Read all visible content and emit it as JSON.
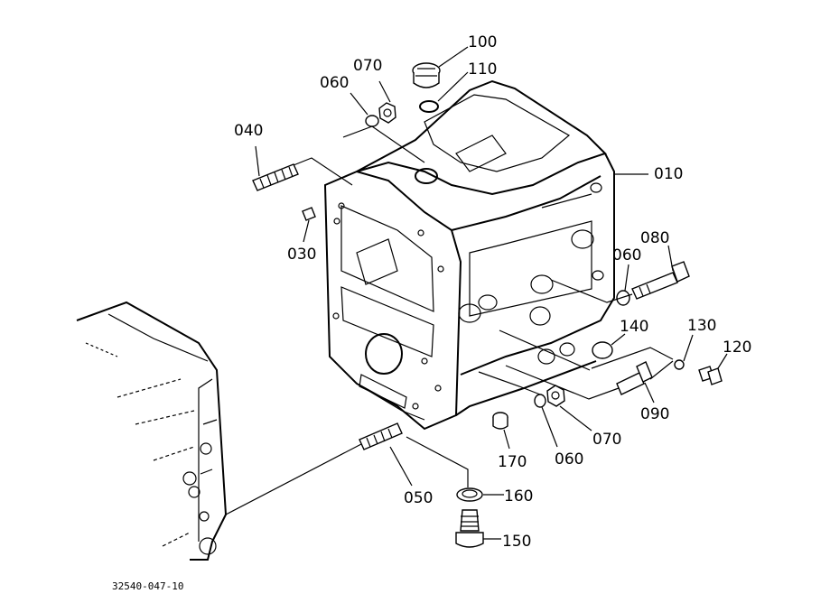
{
  "diagram": {
    "drawing_code": "32540-047-10",
    "callouts": {
      "p100": "100",
      "p110": "110",
      "p070a": "070",
      "p060a": "060",
      "p040": "040",
      "p030": "030",
      "p010": "010",
      "p080": "080",
      "p060b": "060",
      "p140": "140",
      "p130": "130",
      "p120": "120",
      "p090": "090",
      "p070b": "070",
      "p060c": "060",
      "p170": "170",
      "p050": "050",
      "p160": "160",
      "p150": "150"
    }
  }
}
